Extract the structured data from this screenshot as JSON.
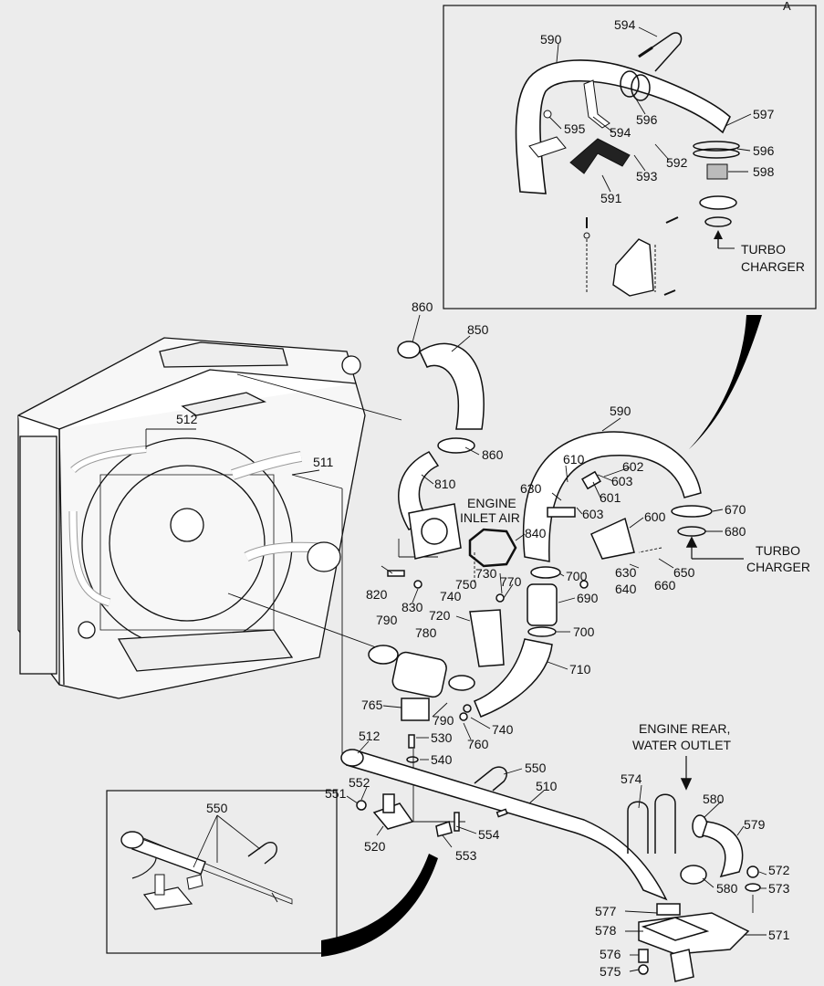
{
  "inset_top": {
    "letter": "A",
    "labels": [
      "594",
      "590",
      "595",
      "594",
      "596",
      "597",
      "596",
      "592",
      "593",
      "598",
      "591"
    ],
    "note_line1": "TURBO",
    "note_line2": "CHARGER"
  },
  "main": {
    "labels": [
      "860",
      "850",
      "512",
      "511",
      "860",
      "810",
      "590",
      "610",
      "602",
      "630",
      "603",
      "601",
      "603",
      "600",
      "670",
      "680",
      "840",
      "820",
      "830",
      "730",
      "750",
      "740",
      "770",
      "700",
      "630",
      "650",
      "640",
      "660",
      "690",
      "720",
      "700",
      "790",
      "780",
      "710",
      "765",
      "790",
      "740",
      "760",
      "530",
      "540",
      "512",
      "550",
      "552",
      "551",
      "510",
      "520",
      "554",
      "553",
      "574",
      "580",
      "579",
      "572",
      "573",
      "580",
      "577",
      "571",
      "578",
      "576",
      "575"
    ],
    "engine_inlet_line1": "ENGINE",
    "engine_inlet_line2": "INLET AIR",
    "turbo_line1": "TURBO",
    "turbo_line2": "CHARGER",
    "water_line1": "ENGINE REAR,",
    "water_line2": "WATER OUTLET"
  },
  "inset_bottom": {
    "labels": [
      "550"
    ]
  }
}
